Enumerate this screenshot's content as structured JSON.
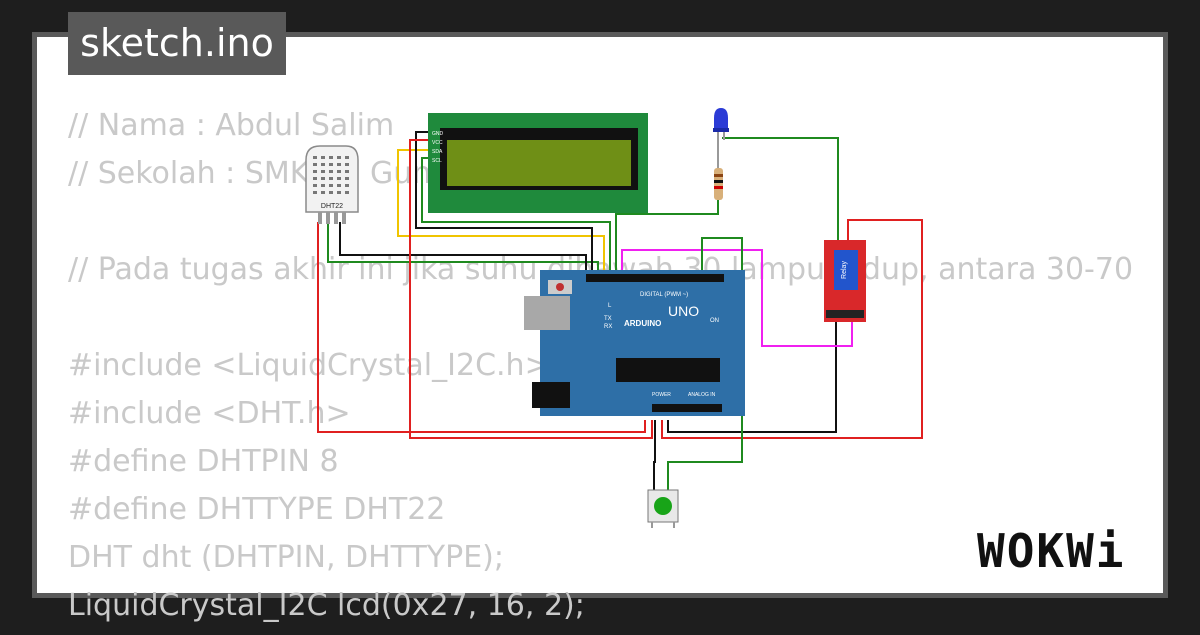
{
  "title": "sketch.ino",
  "code_lines": [
    "// Nama : Abdul Salim",
    "// Sekolah : SMKN 1 Gunungputri",
    "",
    "// Pada tugas akhir ini jika suhu dibawah 30 lampu hidup, antara 30-70",
    "",
    "#include <LiquidCrystal_I2C.h>",
    "#include <DHT.h>",
    "#define DHTPIN 8",
    "#define DHTTYPE DHT22",
    "DHT dht (DHTPIN, DHTTYPE);",
    "LiquidCrystal_I2C lcd(0x27, 16, 2);"
  ],
  "components": {
    "dht_label": "DHT22",
    "lcd_pins": [
      "GND",
      "VCC",
      "SDA",
      "SCL"
    ],
    "arduino": {
      "brand": "ARDUINO",
      "model": "UNO",
      "digital_label": "DIGITAL (PWM ~)",
      "power_label": "POWER",
      "analog_label": "ANALOG IN",
      "on_label": "ON",
      "tx_label": "TX",
      "rx_label": "RX",
      "l_label": "L"
    },
    "relay_label": "Relay"
  },
  "logo": "WOKWi",
  "colors": {
    "background": "#1e1e1e",
    "frame": "#5a5a5a",
    "card": "#ffffff",
    "code_text": "#c9c9c9",
    "board": "#2e6fa7",
    "lcd_green": "#1f8a3c",
    "lcd_screen": "#6f8f16",
    "relay_red": "#d9282a",
    "wire_red": "#e02020",
    "wire_green": "#1f8a1f",
    "wire_black": "#111111",
    "wire_yellow": "#f0c400",
    "wire_magenta": "#f020f0",
    "led_blue": "#2b3bd6",
    "button_green": "#18a418"
  }
}
